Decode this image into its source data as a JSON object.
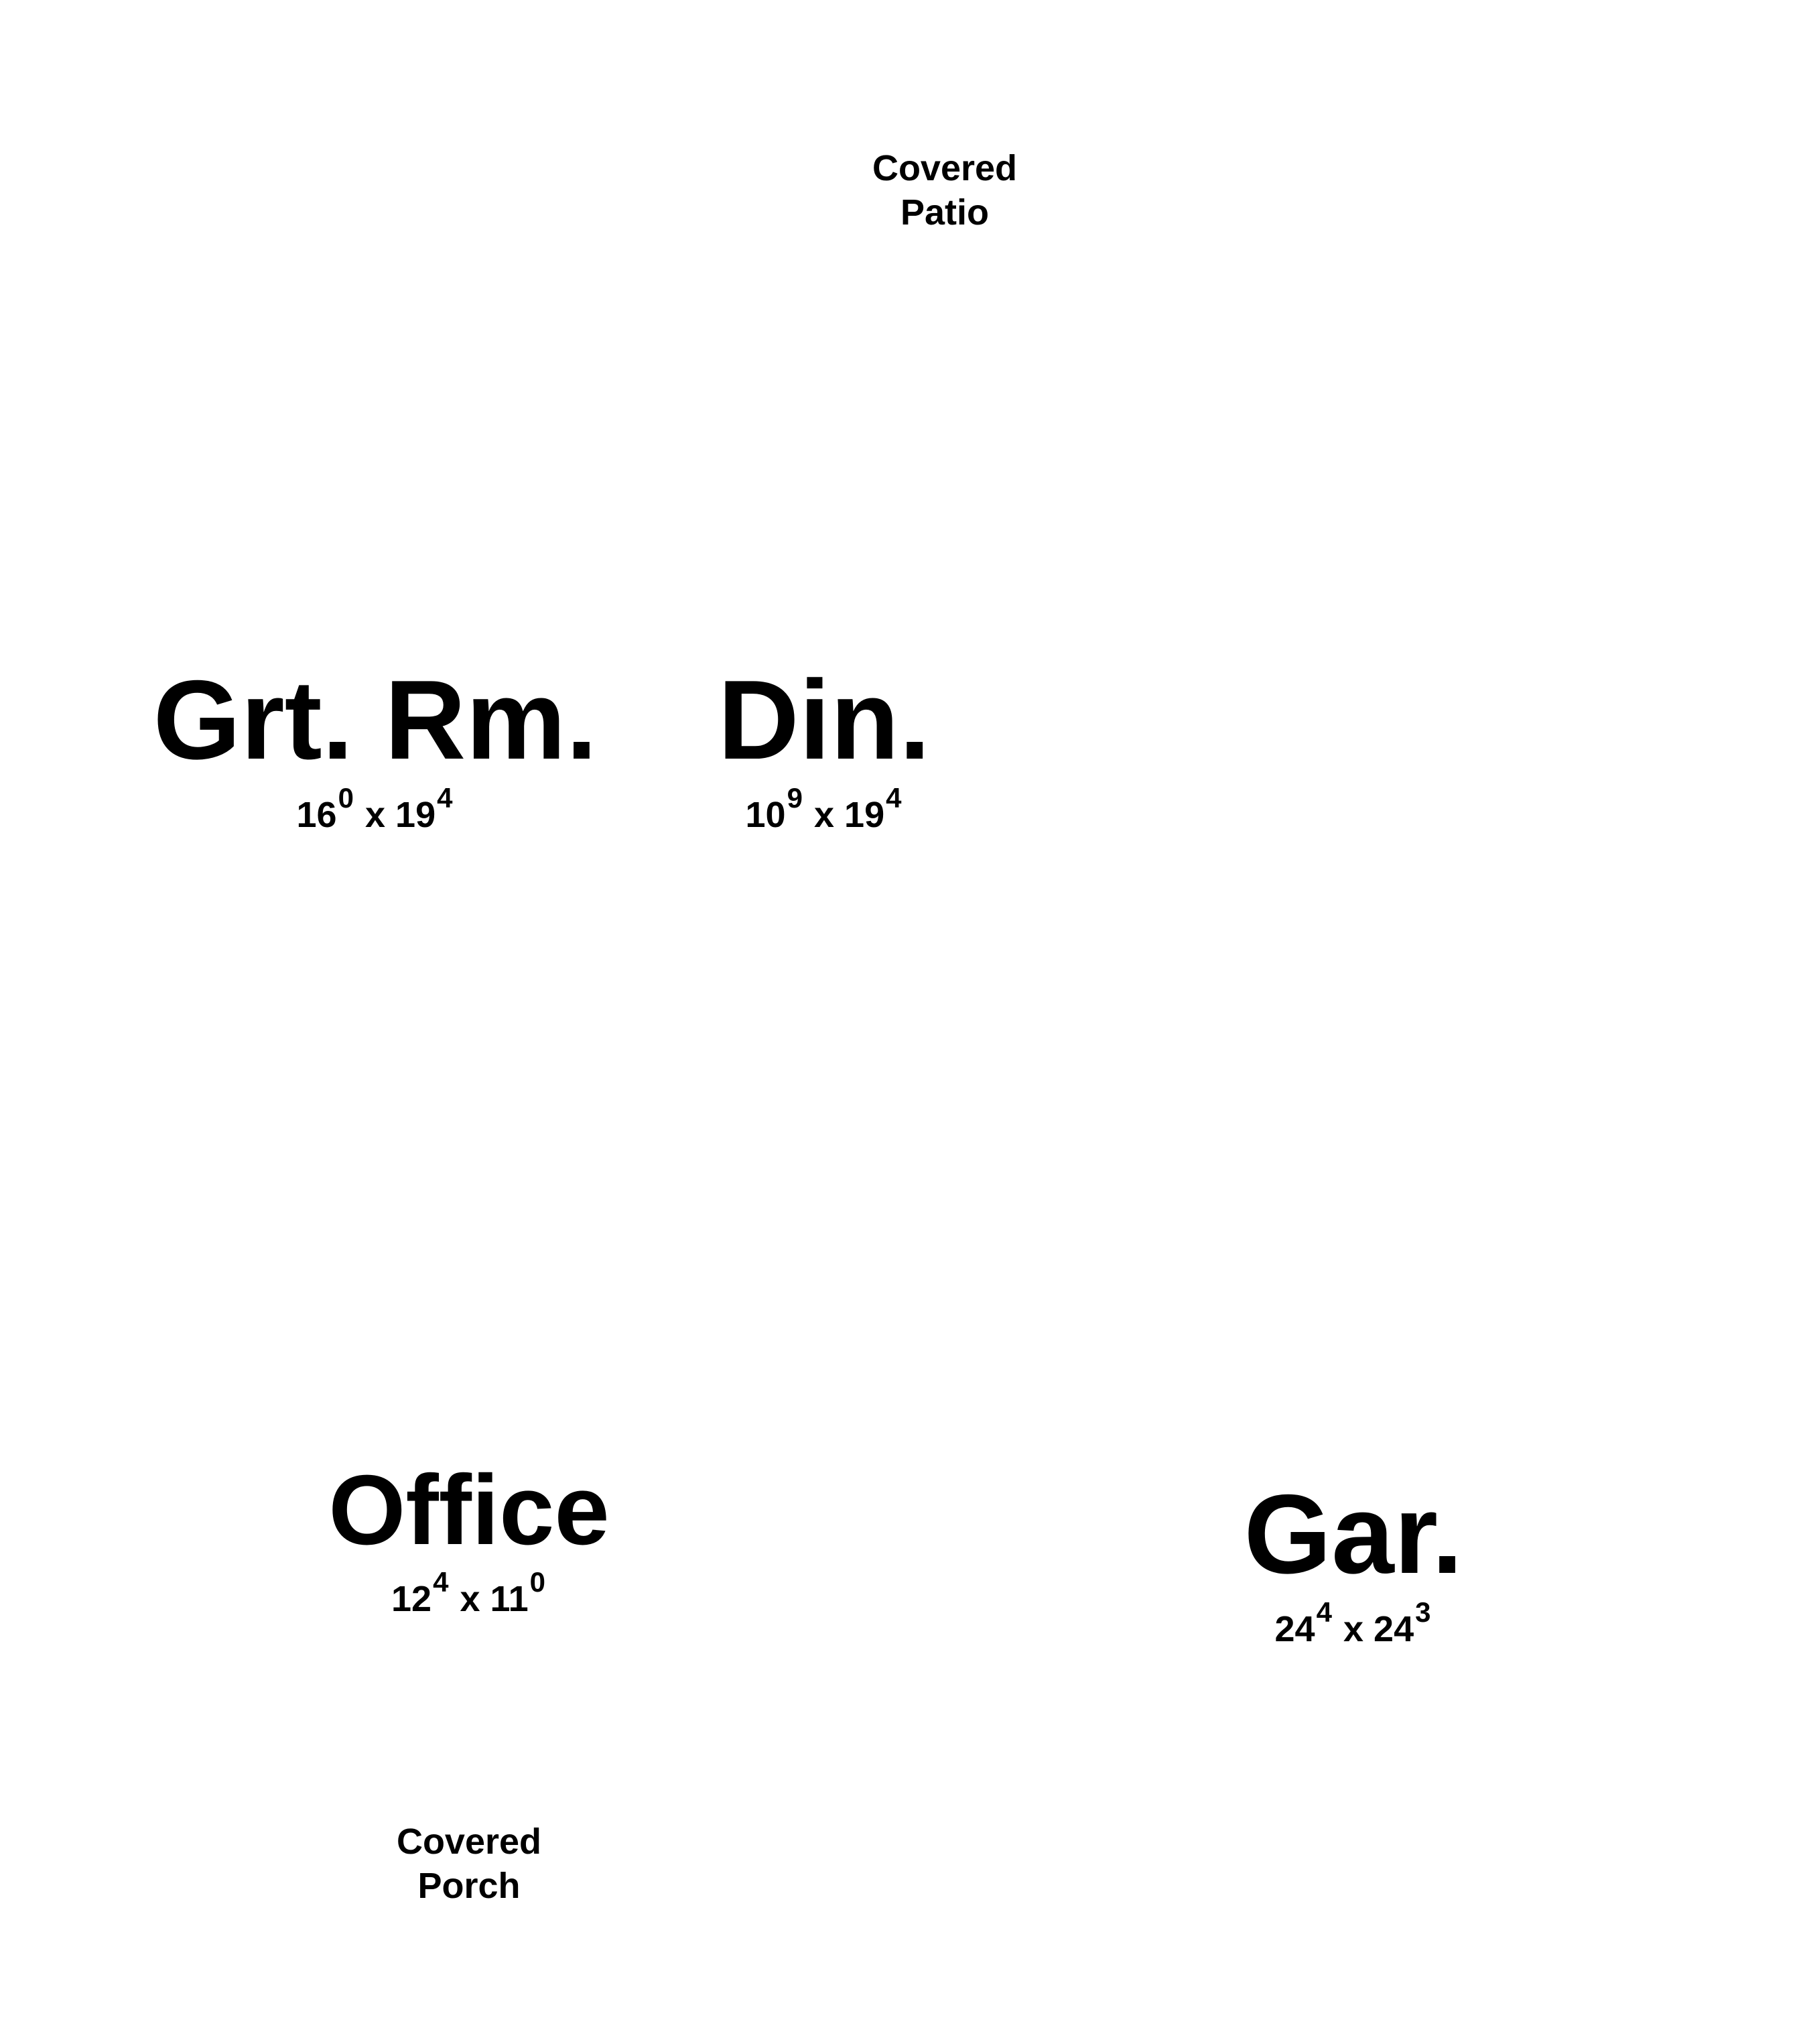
{
  "labels": {
    "covered_patio": [
      "Covered",
      "Patio"
    ],
    "covered_porch": [
      "Covered",
      "Porch"
    ]
  },
  "rooms": {
    "great_room": {
      "name": "Grt. Rm.",
      "width_ft": "16",
      "width_in": "0",
      "sep": "x",
      "length_ft": "19",
      "length_in": "4"
    },
    "dining": {
      "name": "Din.",
      "width_ft": "10",
      "width_in": "9",
      "sep": "x",
      "length_ft": "19",
      "length_in": "4"
    },
    "office": {
      "name": "Office",
      "width_ft": "12",
      "width_in": "4",
      "sep": "x",
      "length_ft": "11",
      "length_in": "0"
    },
    "garage": {
      "name": "Gar.",
      "width_ft": "24",
      "width_in": "4",
      "sep": "x",
      "length_ft": "24",
      "length_in": "3"
    }
  },
  "colors": {
    "text": "#000000",
    "background": "#ffffff"
  }
}
